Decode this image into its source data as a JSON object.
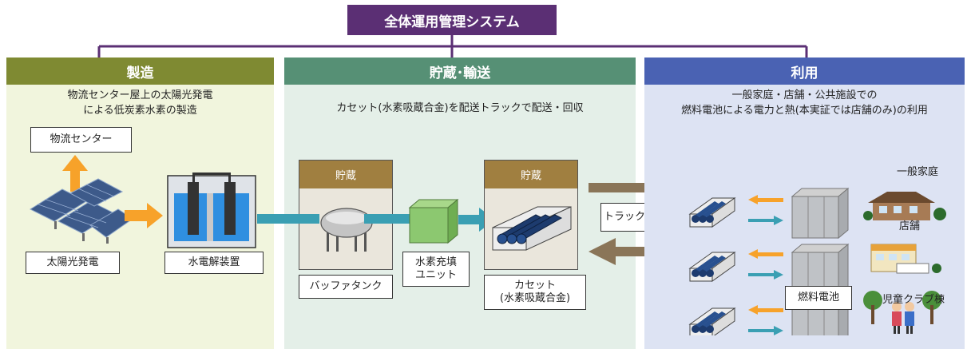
{
  "system": {
    "title": "全体運用管理システム"
  },
  "panels": {
    "production": {
      "header": "製造",
      "desc_line1": "物流センター屋上の太陽光発電",
      "desc_line2": "による低炭素水素の製造",
      "logistics_center": "物流センター",
      "solar": "太陽光発電",
      "electrolyzer": "水電解装置"
    },
    "storage": {
      "header": "貯蔵･輸送",
      "desc": "カセット(水素吸蔵合金)を配送トラックで配送・回収",
      "store1_head": "貯蔵",
      "store2_head": "貯蔵",
      "buffer_tank": "バッファタンク",
      "filling_unit_line1": "水素充填",
      "filling_unit_line2": "ユニット",
      "cassette_line1": "カセット",
      "cassette_line2": "(水素吸蔵合金)",
      "truck": "トラック輸送"
    },
    "usage": {
      "header": "利用",
      "desc_line1": "一般家庭・店舗・公共施設での",
      "desc_line2": "燃料電池による電力と熱(本実証では店舗のみ)の利用",
      "house": "一般家庭",
      "store": "店舗",
      "fuel_cell": "燃料電池",
      "kids_club": "児童クラブ棟"
    }
  },
  "colors": {
    "system": "#5b2f74",
    "production": "#7f8a32",
    "storage": "#569075",
    "usage": "#4a62b3",
    "orange": "#f7a22a",
    "teal": "#3a9fb3",
    "brown": "#8a7558"
  }
}
